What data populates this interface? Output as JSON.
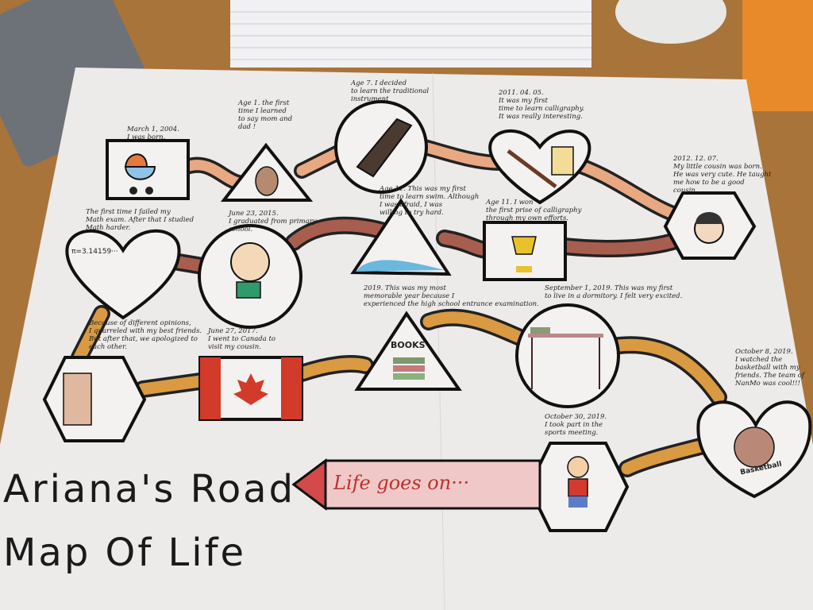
{
  "poster": {
    "title_line1": "Ariana's Road",
    "title_line2": "Map Of Life",
    "arrow_text": "Life goes on···",
    "books_label": "BOOKS",
    "basketball_label": "Basketball",
    "pi_label": "π=3.14159···",
    "milestones": [
      {
        "text": "March 1, 2004.\nI was born."
      },
      {
        "text": "Age 1. the first\ntime I learned\nto say mom and\ndad !"
      },
      {
        "text": "Age 7. I decided\nto learn the traditional\ninstrument"
      },
      {
        "text": "2011. 04. 05.\nIt was my first\ntime to learn calligraphy.\nIt was really interesting."
      },
      {
        "text": "2012. 12. 07.\nMy little cousin was born.\nHe was very cute. He taught\nme how to be a good\ncousin."
      },
      {
        "text": "The first time I failed my\nMath exam. After that I studied\nMath harder."
      },
      {
        "text": "June 23, 2015.\nI graduated from primary\nschool."
      },
      {
        "text": "Age 11. This was my first\ntime to learn swim. Although\nI was afraid, I was\nwilling to try hard."
      },
      {
        "text": "Age 11. I won\nthe first prise of calligraphy\nthrough my own efforts."
      },
      {
        "text": "Because of different opinions,\nI quarreled with my best friends.\nBut after that, we apologized to\neach other."
      },
      {
        "text": "June 27, 2017.\nI went to Canada to\nvisit my cousin."
      },
      {
        "text": "2019. This was my most\nmemorable year because I\nexperienced the high school entrance examination."
      },
      {
        "text": "September 1, 2019. This was my first\nto live in a dormitory. I felt very excited."
      },
      {
        "text": "October 8, 2019.\nI watched the\nbasketball with my\nfriends. The team of\nNanMo was cool!!!"
      },
      {
        "text": "October 30, 2019.\nI took part in the\nsports meeting."
      }
    ]
  }
}
